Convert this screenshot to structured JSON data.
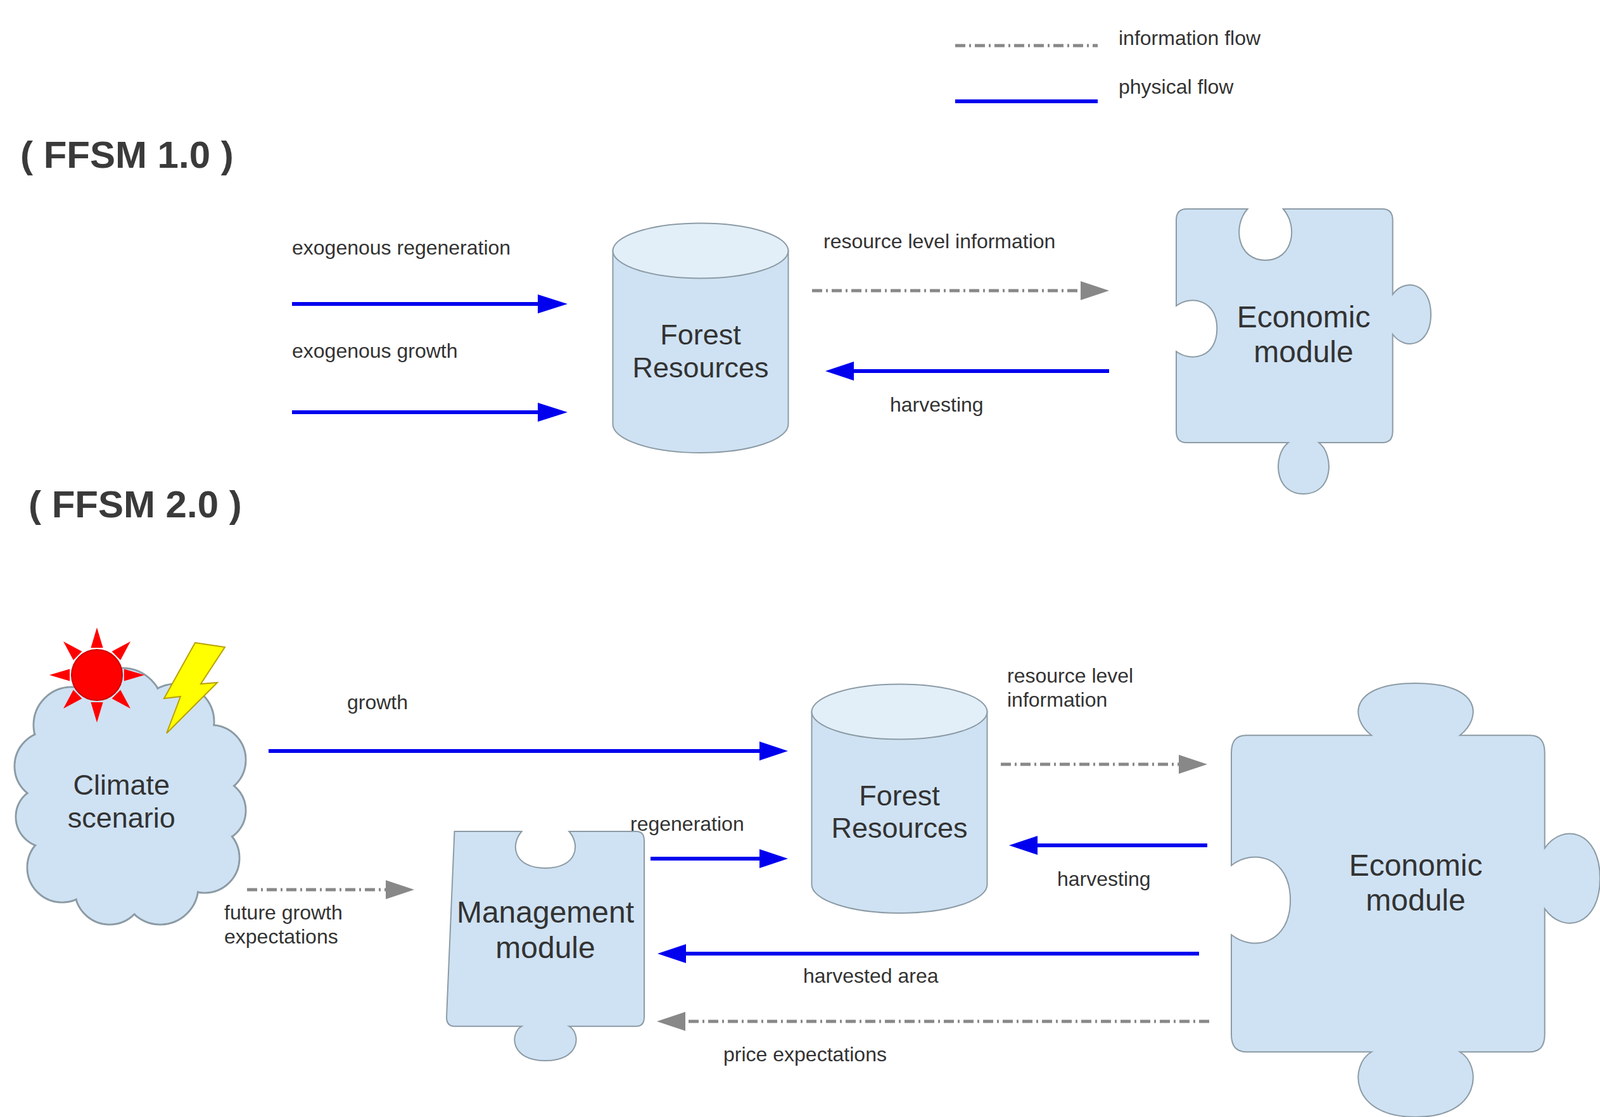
{
  "diagram": {
    "nodes": [
      {
        "text": [
          "Forest Resources"
        ]
      },
      {
        "text": [
          "Economic module"
        ]
      },
      {
        "text": [
          "Climate scenario"
        ]
      },
      {
        "text": [
          "Forest Resources"
        ]
      },
      {
        "text": [
          "Economic module"
        ]
      },
      {
        "text": [
          "Management module"
        ]
      }
    ],
    "edges": [
      {
        "from": 0,
        "to": 1,
        "label": "resource level information",
        "arrow": "to"
      },
      {
        "from": 1,
        "to": 0,
        "label": "harvesting",
        "arrow": "to"
      },
      {
        "from": 2,
        "to": 3,
        "label": "growth",
        "arrow": "to"
      },
      {
        "from": 2,
        "to": 5,
        "label": "future growth expectations",
        "arrow": "to"
      },
      {
        "from": 5,
        "to": 3,
        "label": "regeneration",
        "arrow": "to"
      },
      {
        "from": 3,
        "to": 4,
        "label": "resource level information",
        "arrow": "to"
      },
      {
        "from": 4,
        "to": 3,
        "label": "harvesting",
        "arrow": "to"
      },
      {
        "from": 4,
        "to": 5,
        "label": "harvested area",
        "arrow": "to"
      },
      {
        "from": 4,
        "to": 5,
        "label": "price expectations",
        "arrow": "to"
      }
    ],
    "labels": [
      "( FFSM 1.0 )",
      "( FFSM 2.0 )",
      "exogenous regeneration",
      "exogenous growth"
    ],
    "legend": [
      {
        "text": "information flow"
      },
      {
        "text": "physical flow"
      }
    ]
  }
}
